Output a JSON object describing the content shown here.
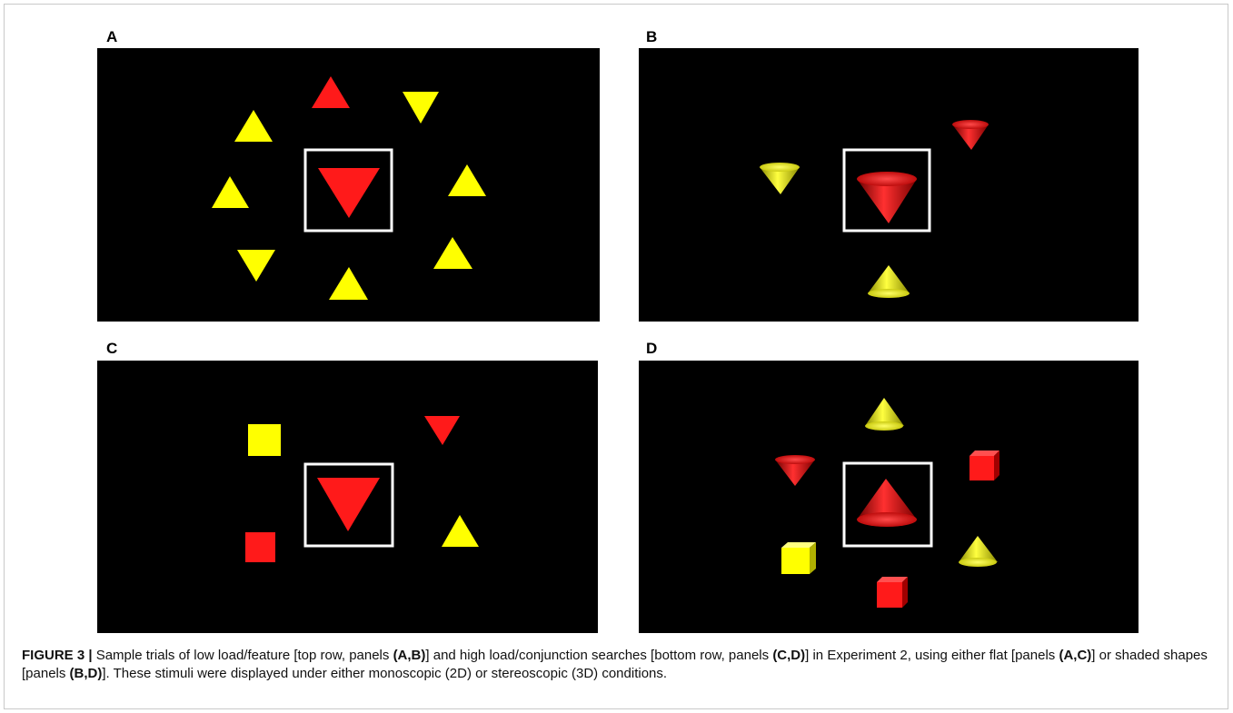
{
  "figure": {
    "panels": [
      {
        "label": "A",
        "style": "flat"
      },
      {
        "label": "B",
        "style": "shaded"
      },
      {
        "label": "C",
        "style": "flat"
      },
      {
        "label": "D",
        "style": "shaded"
      }
    ],
    "caption": {
      "figure_label": "FIGURE 3 |",
      "t1": " Sample trials of low load/feature [top row, panels ",
      "b1": "(A,B)",
      "t2": "] and high load/conjunction searches [bottom row, panels ",
      "b2": "(C,D)",
      "t3": "] in Experiment 2, using either flat [panels ",
      "b3": "(A,C)",
      "t4": "] or shaded shapes [panels ",
      "b4": "(B,D)",
      "t5": "]. These stimuli were displayed under either monoscopic (2D) or stereoscopic (3D) conditions."
    }
  },
  "colors": {
    "background": "#000000",
    "red": "#ff1a1a",
    "yellow": "#ffff00",
    "box": "#ffffff"
  }
}
